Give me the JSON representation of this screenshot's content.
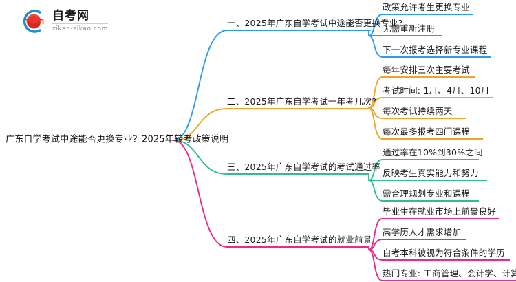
{
  "logo": {
    "name": "zikao-logo",
    "title": "自考网",
    "domain": "zikao-zikao.com",
    "mark_blue": "#1a8fd4",
    "mark_red": "#e8352e"
  },
  "mindmap": {
    "root": {
      "label": "广东自学考试中途能否更换专业？2025年转考政策说明"
    },
    "branches": [
      {
        "label": "一、2025年广东自学考试中途能否更换专业?",
        "color": "#2e9bef",
        "children": [
          "政策允许考生更换专业",
          "无需重新注册",
          "下一次报考选择新专业课程"
        ]
      },
      {
        "label": "二、2025年广东自学考试一年考几次?",
        "color": "#f0a52a",
        "children": [
          "每年安排三次主要考试",
          "考试时间: 1月、4月、10月",
          "每次考试持续两天",
          "每次最多报考四门课程"
        ]
      },
      {
        "label": "三、2025年广东自学考试的考试通过率",
        "color": "#2fc08a",
        "children": [
          "通过率在10%到30%之间",
          "反映考生真实能力和努力",
          "需合理规划专业和课程"
        ]
      },
      {
        "label": "四、2025年广东自学考试的就业前景",
        "color": "#ec2a83",
        "children": [
          "毕业生在就业市场上前景良好",
          "高学历人才需求增加",
          "自考本科被视为符合条件的学历",
          "热门专业: 工商管理、会计学、计算机科学"
        ]
      }
    ]
  }
}
